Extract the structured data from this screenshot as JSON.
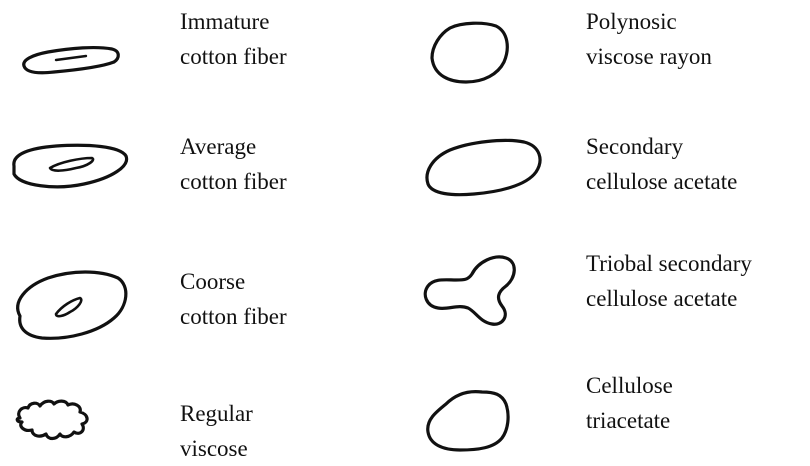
{
  "items": [
    {
      "label": [
        "Immature",
        "cotton fiber"
      ],
      "icon": "flat-ribbon-fiber-cross-section"
    },
    {
      "label": [
        "Average",
        "cotton fiber"
      ],
      "icon": "kidney-fiber-cross-section-with-lumen"
    },
    {
      "label": [
        "Coorse",
        "cotton fiber"
      ],
      "icon": "oval-fiber-cross-section-with-lumen"
    },
    {
      "label": [
        "Regular",
        "viscose"
      ],
      "icon": "serrated-fiber-cross-section"
    },
    {
      "label": [
        "Polynosic",
        "viscose rayon"
      ],
      "icon": "rounded-fiber-cross-section"
    },
    {
      "label": [
        "Secondary",
        "cellulose acetate"
      ],
      "icon": "elongated-oval-fiber-cross-section"
    },
    {
      "label": [
        "Triobal secondary",
        "cellulose acetate"
      ],
      "icon": "trilobal-fiber-cross-section"
    },
    {
      "label": [
        "Cellulose",
        "triacetate"
      ],
      "icon": "irregular-polygon-fiber-cross-section"
    }
  ]
}
